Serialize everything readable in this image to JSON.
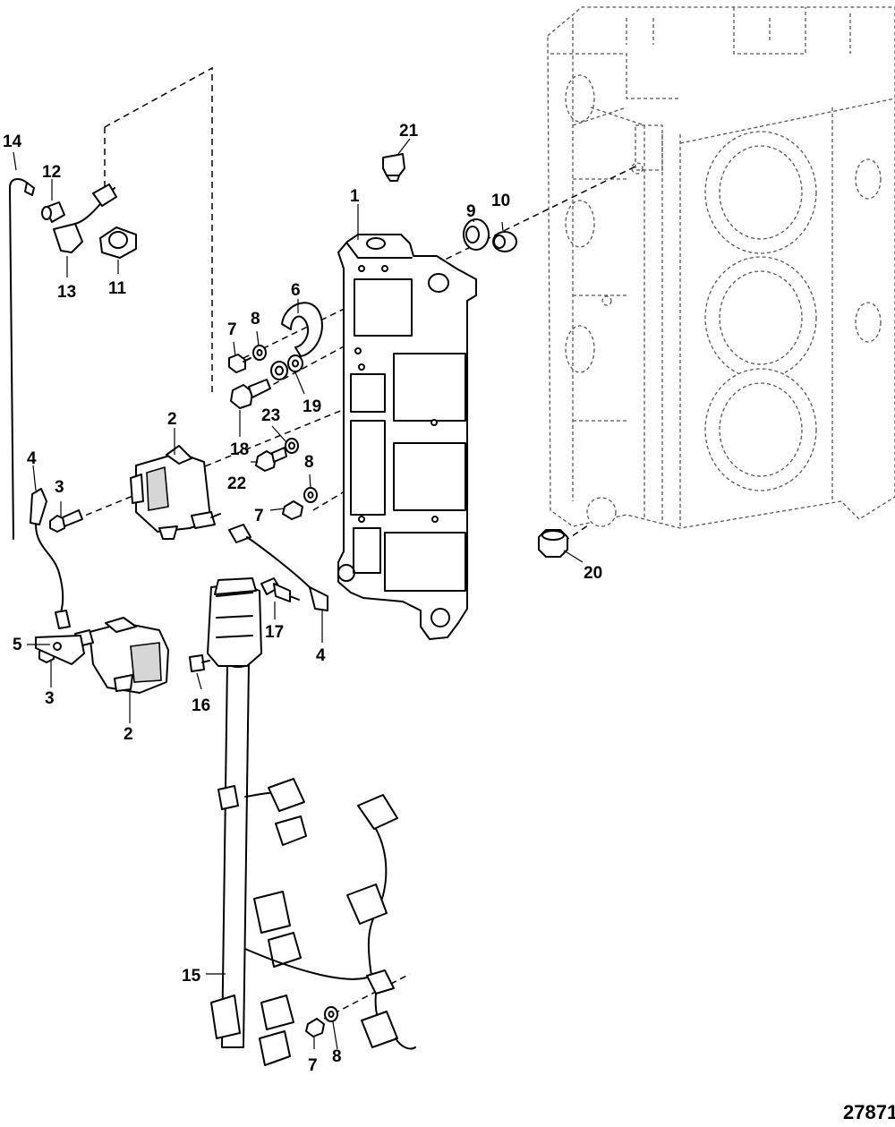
{
  "diagram": {
    "reference_number": "27871",
    "callouts": [
      {
        "id": "c1",
        "text": "1"
      },
      {
        "id": "c2a",
        "text": "2"
      },
      {
        "id": "c2b",
        "text": "2"
      },
      {
        "id": "c3a",
        "text": "3"
      },
      {
        "id": "c3b",
        "text": "3"
      },
      {
        "id": "c4a",
        "text": "4"
      },
      {
        "id": "c4b",
        "text": "4"
      },
      {
        "id": "c5",
        "text": "5"
      },
      {
        "id": "c6",
        "text": "6"
      },
      {
        "id": "c7a",
        "text": "7"
      },
      {
        "id": "c7b",
        "text": "7"
      },
      {
        "id": "c7c",
        "text": "7"
      },
      {
        "id": "c8a",
        "text": "8"
      },
      {
        "id": "c8b",
        "text": "8"
      },
      {
        "id": "c8c",
        "text": "8"
      },
      {
        "id": "c9",
        "text": "9"
      },
      {
        "id": "c10",
        "text": "10"
      },
      {
        "id": "c11",
        "text": "11"
      },
      {
        "id": "c12",
        "text": "12"
      },
      {
        "id": "c13",
        "text": "13"
      },
      {
        "id": "c14",
        "text": "14"
      },
      {
        "id": "c15",
        "text": "15"
      },
      {
        "id": "c16",
        "text": "16"
      },
      {
        "id": "c17",
        "text": "17"
      },
      {
        "id": "c18",
        "text": "18"
      },
      {
        "id": "c19",
        "text": "19"
      },
      {
        "id": "c20",
        "text": "20"
      },
      {
        "id": "c21",
        "text": "21"
      },
      {
        "id": "c22",
        "text": "22"
      },
      {
        "id": "c23",
        "text": "23"
      }
    ]
  }
}
